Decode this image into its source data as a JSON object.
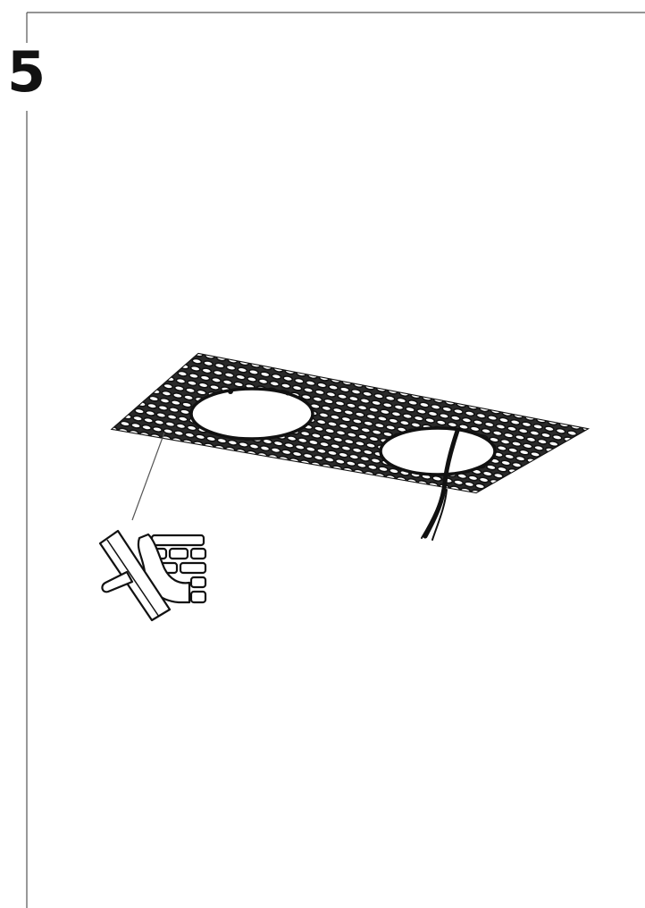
{
  "step": {
    "number": "5"
  },
  "illustration": {
    "panel": "perforated-panel-with-two-round-cutouts",
    "cable": "cable-through-right-cutout",
    "tool": "trowel-and-brick-wall-icon",
    "stroke_color": "#111111",
    "frame_color": "#555555"
  }
}
